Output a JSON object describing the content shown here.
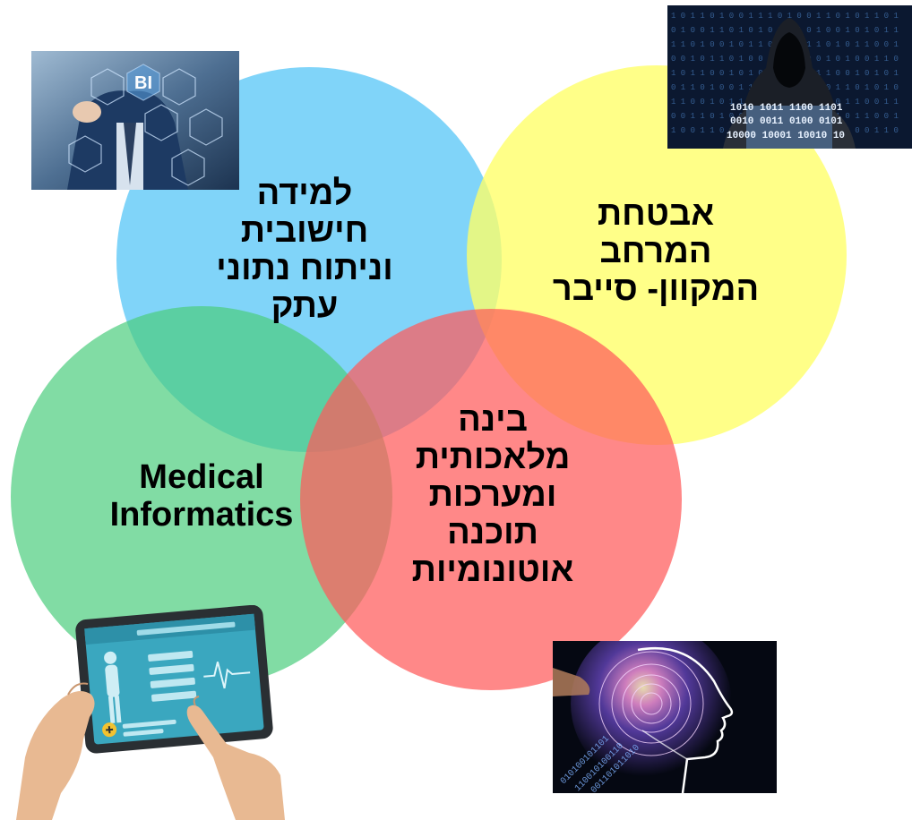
{
  "diagram": {
    "circles": [
      {
        "id": "ml",
        "color": "#4fc3f7",
        "lines": [
          "למידה",
          "חישובית",
          "וניתוח נתוני",
          "עתק"
        ]
      },
      {
        "id": "cyber",
        "color": "#ffff66",
        "lines": [
          "אבטחת",
          "המרחב",
          "המקוון- סייבר"
        ]
      },
      {
        "id": "medical",
        "color": "#4ccd7d",
        "lines": [
          "Medical",
          "Informatics"
        ]
      },
      {
        "id": "ai",
        "color": "#ff5a5a",
        "lines": [
          "בינה",
          "מלאכותית",
          "ומערכות",
          "תוכנה",
          "אוטונומיות"
        ]
      }
    ]
  },
  "images": {
    "bi": {
      "icon": "business-intelligence-image",
      "text": "BI"
    },
    "hacker": {
      "icon": "hooded-hacker-binary-image",
      "binary_rows": [
        "1010 1011 1100 1101",
        "0010 0011 0100 0101",
        "10000 10001 10010 10"
      ]
    },
    "tablet": {
      "icon": "medical-tablet-hands-image"
    },
    "ai_head": {
      "icon": "ai-brain-head-image"
    }
  }
}
